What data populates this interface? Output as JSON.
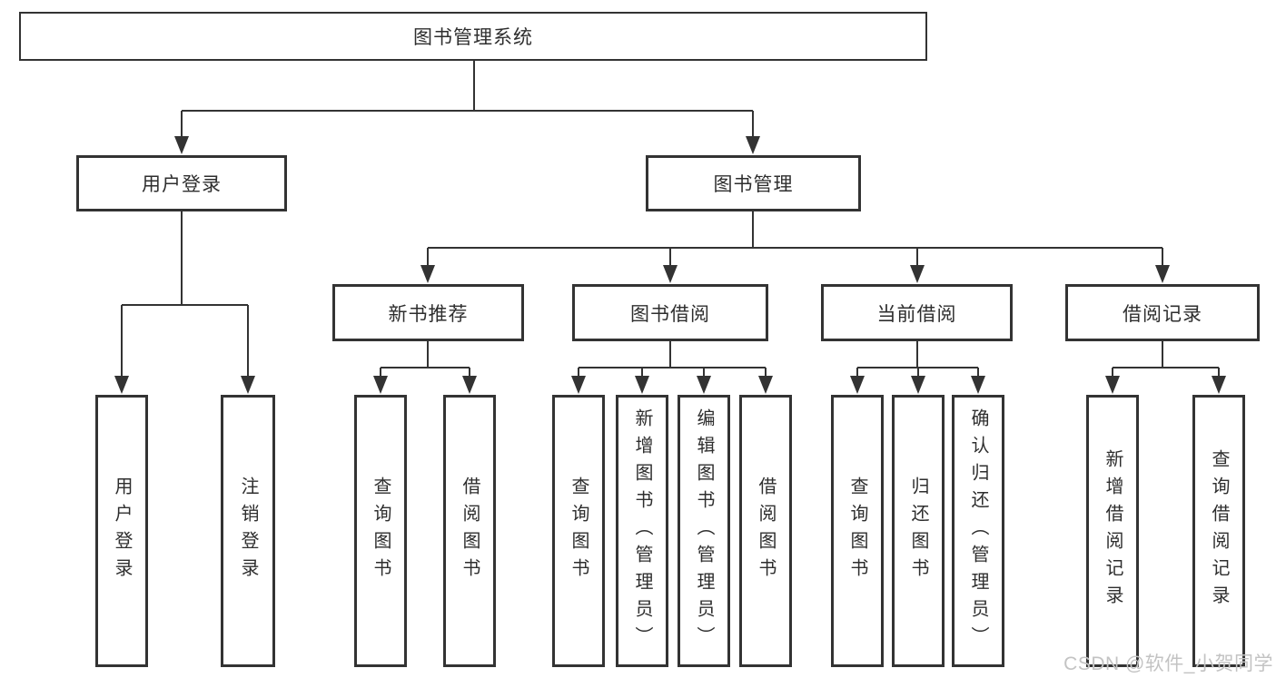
{
  "colors": {
    "line": "#333333",
    "box_border": "#333333",
    "text": "#2e2e2e",
    "watermark": "#c3c3c3",
    "background": "#ffffff"
  },
  "tree": {
    "root": {
      "label": "图书管理系统",
      "children": [
        {
          "label": "用户登录",
          "children": [
            {
              "label": "用户登录"
            },
            {
              "label": "注销登录"
            }
          ]
        },
        {
          "label": "图书管理",
          "children": [
            {
              "label": "新书推荐",
              "children": [
                {
                  "label": "查询图书"
                },
                {
                  "label": "借阅图书"
                }
              ]
            },
            {
              "label": "图书借阅",
              "children": [
                {
                  "label": "查询图书"
                },
                {
                  "label": "新增图书（管理员）"
                },
                {
                  "label": "编辑图书（管理员）"
                },
                {
                  "label": "借阅图书"
                }
              ]
            },
            {
              "label": "当前借阅",
              "children": [
                {
                  "label": "查询图书"
                },
                {
                  "label": "归还图书"
                },
                {
                  "label": "确认归还（管理员）"
                }
              ]
            },
            {
              "label": "借阅记录",
              "children": [
                {
                  "label": "新增借阅记录"
                },
                {
                  "label": "查询借阅记录"
                }
              ]
            }
          ]
        }
      ]
    }
  },
  "watermark": {
    "text": "CSDN @软件_小贺同学"
  }
}
